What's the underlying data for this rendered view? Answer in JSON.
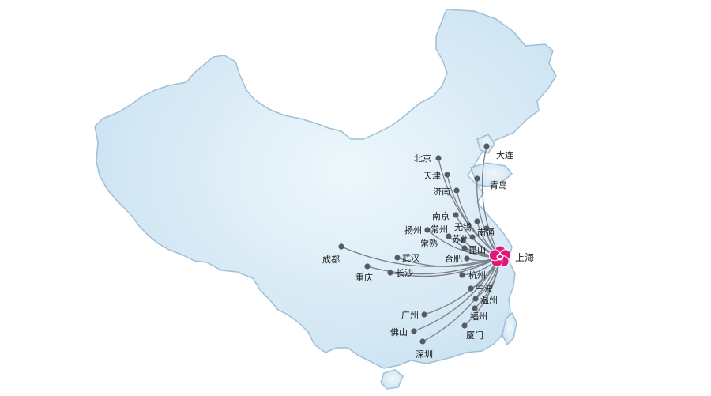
{
  "hub": {
    "name": "上海",
    "icon": "flower-logo-icon",
    "color": "#e0167a"
  },
  "colors": {
    "land": "#d7ebf7",
    "land_stroke": "#9fbfd6",
    "route": "#7a7f88",
    "dot": "#555a63"
  },
  "cities": [
    {
      "id": "dalian",
      "name": "大连"
    },
    {
      "id": "beijing",
      "name": "北京"
    },
    {
      "id": "tianjin",
      "name": "天津"
    },
    {
      "id": "qingdao",
      "name": "青岛"
    },
    {
      "id": "jinan",
      "name": "济南"
    },
    {
      "id": "nanjing",
      "name": "南京"
    },
    {
      "id": "wuxi",
      "name": "无锡"
    },
    {
      "id": "nantong",
      "name": "南通"
    },
    {
      "id": "yangzhou",
      "name": "扬州"
    },
    {
      "id": "changzhou",
      "name": "常州"
    },
    {
      "id": "changshu",
      "name": "常熟"
    },
    {
      "id": "suzhou",
      "name": "苏州"
    },
    {
      "id": "kunshan",
      "name": "昆山"
    },
    {
      "id": "chengdu",
      "name": "成都"
    },
    {
      "id": "wuhan",
      "name": "武汉"
    },
    {
      "id": "hefei",
      "name": "合肥"
    },
    {
      "id": "chongqing",
      "name": "重庆"
    },
    {
      "id": "changsha",
      "name": "长沙"
    },
    {
      "id": "hangzhou",
      "name": "杭州"
    },
    {
      "id": "ningbo",
      "name": "宁波"
    },
    {
      "id": "wenzhou",
      "name": "温州"
    },
    {
      "id": "guangzhou",
      "name": "广州"
    },
    {
      "id": "fuzhou",
      "name": "福州"
    },
    {
      "id": "foshan",
      "name": "佛山"
    },
    {
      "id": "xiamen",
      "name": "厦门"
    },
    {
      "id": "shenzhen",
      "name": "深圳"
    }
  ]
}
